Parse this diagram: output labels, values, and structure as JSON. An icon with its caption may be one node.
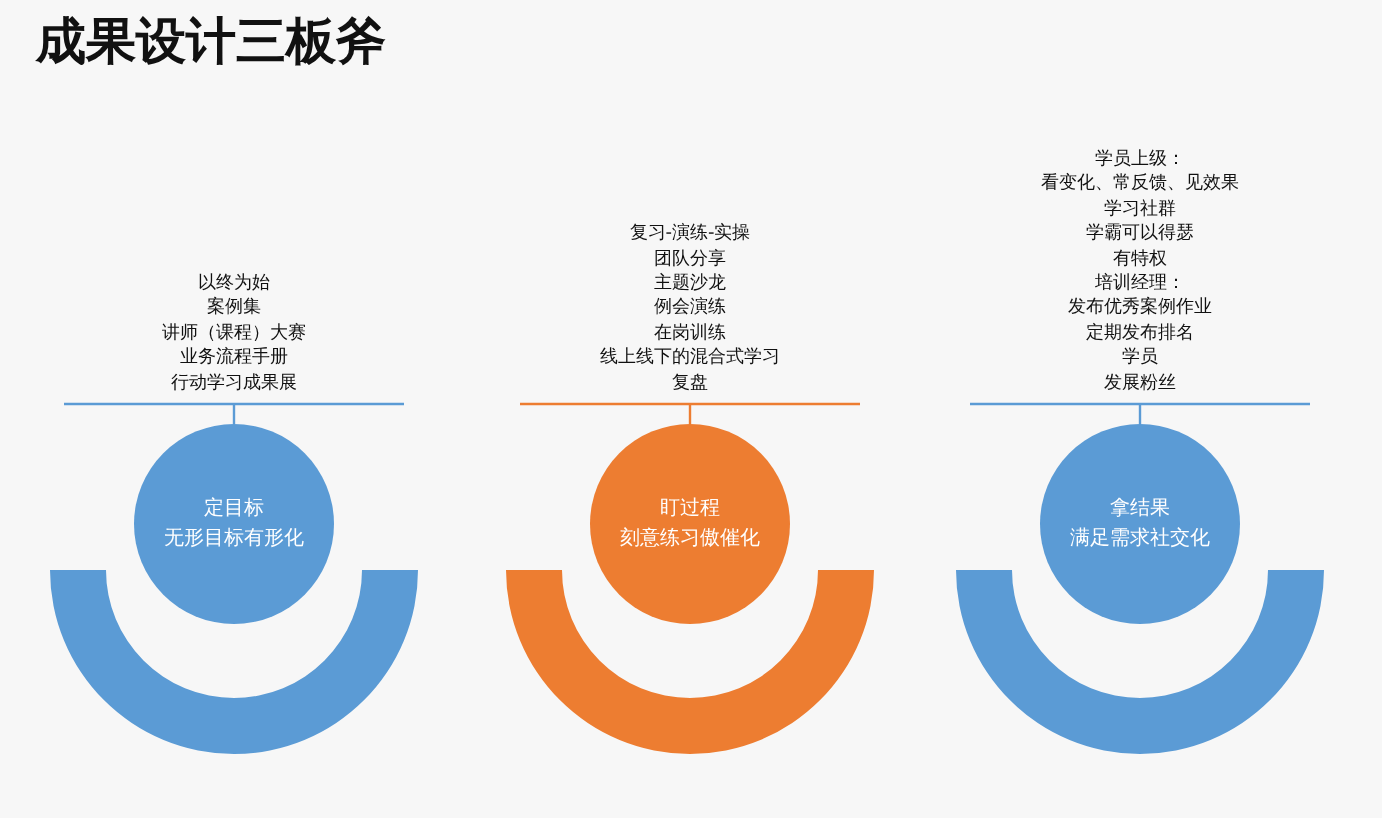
{
  "diagram": {
    "title": "成果设计三板斧",
    "nodes": [
      {
        "text": [
          "定目标",
          "无形目标有形化"
        ],
        "beside": [
          "以终为始",
          "案例集",
          "讲师（课程）大赛",
          "业务流程手册",
          "行动学习成果展"
        ]
      },
      {
        "text": [
          "盯过程",
          "刻意练习傲催化"
        ],
        "beside": [
          "复习-演练-实操",
          "团队分享",
          "主题沙龙",
          "例会演练",
          "在岗训练",
          "线上线下的混合式学习",
          "复盘"
        ]
      },
      {
        "text": [
          "拿结果",
          "满足需求社交化"
        ],
        "beside": [
          "学员上级：",
          "看变化、常反馈、见效果",
          "学习社群",
          "学霸可以得瑟",
          "有特权",
          "培训经理：",
          "发布优秀案例作业",
          "定期发布排名",
          "学员",
          "发展粉丝"
        ]
      },
      {
        "text": [],
        "shape": "arc"
      },
      {
        "text": [],
        "shape": "arc"
      },
      {
        "text": [],
        "shape": "arc"
      }
    ]
  }
}
